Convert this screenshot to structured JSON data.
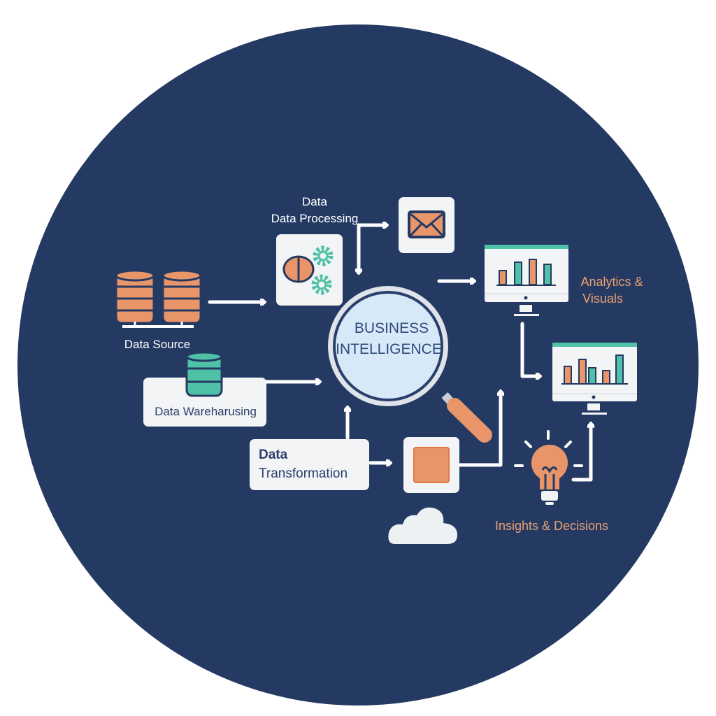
{
  "diagram": {
    "center": {
      "line1": "BUSINESS",
      "line2": "INTELLIGENCE"
    },
    "data_processing": {
      "line1": "Data",
      "line2": "Data Processing"
    },
    "data_source": {
      "label": "Data Source"
    },
    "data_warehousing": {
      "label": "Data Wareharusing"
    },
    "data_transformation": {
      "line1": "Data",
      "line2": "Transformation"
    },
    "analytics": {
      "line1": "Analytics &",
      "line2": "Visuals"
    },
    "insights": {
      "label": "Insights & Decisions"
    }
  },
  "colors": {
    "background": "#253a63",
    "orange": "#e8956a",
    "teal": "#4fc1a6",
    "lens": "#d7e9f8",
    "navy_text": "#2a3f6b"
  }
}
